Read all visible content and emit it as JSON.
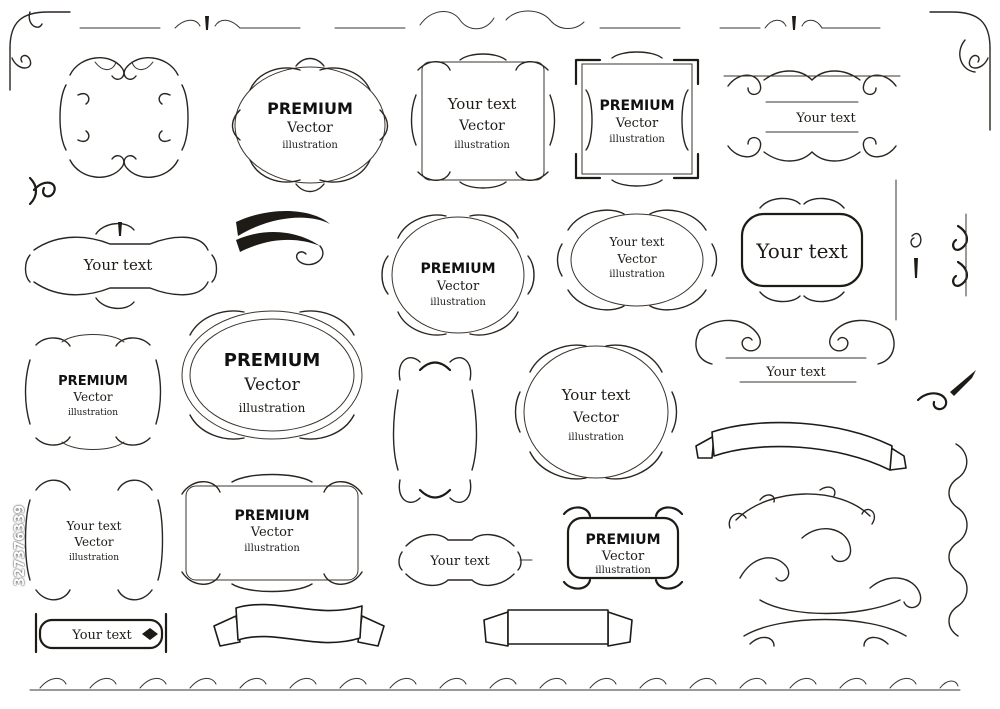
{
  "colors": {
    "ink": "#1e1a16",
    "background": "#ffffff"
  },
  "labels": {
    "premium": "PREMIUM",
    "vector": "Vector",
    "illustration": "illustration",
    "your_text": "Your text"
  },
  "watermark": "327376339",
  "elements": [
    "swirl-frame-corner-set",
    "oval-swirl-frame",
    "square-swirl-frame",
    "rectangular-swirl-frame",
    "flourish-divider",
    "ribbon-banner",
    "corner-ornament"
  ]
}
